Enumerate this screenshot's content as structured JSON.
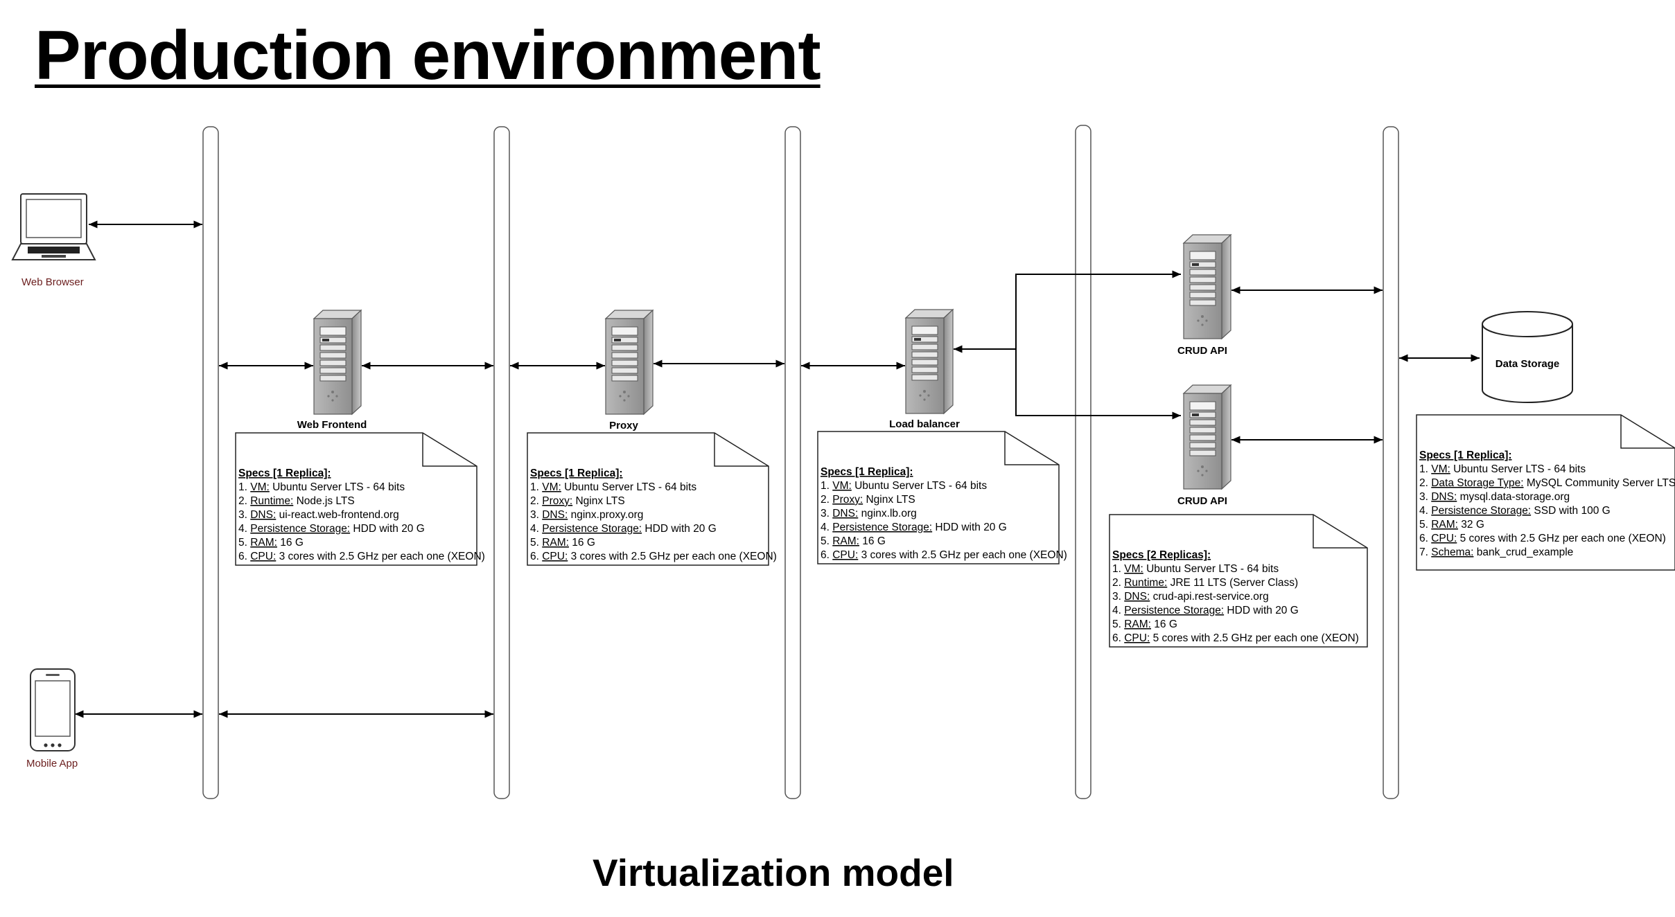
{
  "title": "Production environment",
  "subtitle": "Virtualization model",
  "clients": {
    "web_browser": "Web Browser",
    "mobile_app": "Mobile App"
  },
  "nodes": {
    "web_frontend": "Web Frontend",
    "proxy": "Proxy",
    "load_balancer": "Load balancer",
    "crud_api_1": "CRUD API",
    "crud_api_2": "CRUD API",
    "data_storage": "Data Storage"
  },
  "spec_notes": [
    {
      "id": "web-frontend",
      "header": "Specs [1 Replica]:",
      "items": [
        {
          "num": "1. ",
          "key": "VM:",
          "value": " Ubuntu Server LTS - 64 bits"
        },
        {
          "num": "2. ",
          "key": "Runtime:",
          "value": " Node.js LTS"
        },
        {
          "num": "3. ",
          "key": "DNS:",
          "value": " ui-react.web-frontend.org"
        },
        {
          "num": "4. ",
          "key": "Persistence Storage:",
          "value": " HDD with 20 G"
        },
        {
          "num": "5. ",
          "key": "RAM:",
          "value": " 16 G"
        },
        {
          "num": "6. ",
          "key": "CPU:",
          "value": " 3 cores with 2.5 GHz per each one (XEON)"
        }
      ]
    },
    {
      "id": "proxy",
      "header": "Specs [1 Replica]:",
      "items": [
        {
          "num": "1. ",
          "key": "VM:",
          "value": " Ubuntu Server LTS - 64 bits"
        },
        {
          "num": "2. ",
          "key": "Proxy:",
          "value": " Nginx LTS"
        },
        {
          "num": "3. ",
          "key": "DNS:",
          "value": " nginx.proxy.org"
        },
        {
          "num": "4. ",
          "key": "Persistence Storage:",
          "value": " HDD with 20 G"
        },
        {
          "num": "5. ",
          "key": "RAM:",
          "value": " 16 G"
        },
        {
          "num": "6. ",
          "key": "CPU:",
          "value": " 3 cores with 2.5 GHz per each one (XEON)"
        }
      ]
    },
    {
      "id": "load-balancer",
      "header": "Specs [1 Replica]:",
      "items": [
        {
          "num": "1. ",
          "key": "VM:",
          "value": " Ubuntu Server LTS - 64 bits"
        },
        {
          "num": "2. ",
          "key": "Proxy:",
          "value": " Nginx LTS"
        },
        {
          "num": "3. ",
          "key": "DNS:",
          "value": " nginx.lb.org"
        },
        {
          "num": "4. ",
          "key": "Persistence Storage:",
          "value": " HDD with 20 G"
        },
        {
          "num": "5. ",
          "key": "RAM:",
          "value": " 16 G"
        },
        {
          "num": "6. ",
          "key": "CPU:",
          "value": " 3 cores with 2.5 GHz per each one (XEON)"
        }
      ]
    },
    {
      "id": "crud-api",
      "header": "Specs [2 Replicas]:",
      "items": [
        {
          "num": "1. ",
          "key": "VM:",
          "value": " Ubuntu Server LTS - 64 bits"
        },
        {
          "num": "2. ",
          "key": "Runtime:",
          "value": " JRE 11 LTS (Server Class)"
        },
        {
          "num": "3. ",
          "key": "DNS:",
          "value": " crud-api.rest-service.org"
        },
        {
          "num": "4. ",
          "key": "Persistence Storage:",
          "value": " HDD with 20 G"
        },
        {
          "num": "5. ",
          "key": "RAM:",
          "value": " 16 G"
        },
        {
          "num": "6. ",
          "key": "CPU:",
          "value": " 5 cores with 2.5 GHz per each one (XEON)"
        }
      ]
    },
    {
      "id": "data-storage",
      "header": "Specs [1 Replica]:",
      "items": [
        {
          "num": "1. ",
          "key": "VM:",
          "value": " Ubuntu Server LTS - 64 bits"
        },
        {
          "num": "2. ",
          "key": "Data Storage Type:",
          "value": " MySQL Community Server LTS"
        },
        {
          "num": "3. ",
          "key": "DNS:",
          "value": " mysql.data-storage.org"
        },
        {
          "num": "4. ",
          "key": "Persistence Storage:",
          "value": " SSD with 100 G"
        },
        {
          "num": "5. ",
          "key": "RAM:",
          "value": " 32 G"
        },
        {
          "num": "6. ",
          "key": "CPU:",
          "value": " 5 cores with 2.5 GHz per each one (XEON)"
        },
        {
          "num": "7. ",
          "key": "Schema:",
          "value": " bank_crud_example"
        }
      ]
    }
  ],
  "colors": {
    "client_label": "#6b1e1e",
    "server_body": "#9e9e9e",
    "line": "#000000"
  },
  "icons": {
    "client_web": "laptop-icon",
    "client_mobile": "smartphone-icon",
    "server": "server-tower-icon",
    "database": "database-cylinder-icon"
  }
}
